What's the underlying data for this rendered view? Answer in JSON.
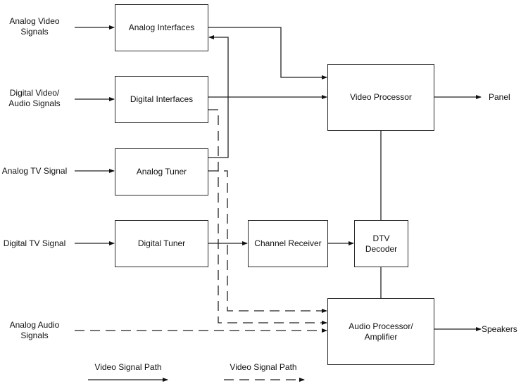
{
  "diagram": {
    "inputs": {
      "analog_video": "Analog Video\nSignals",
      "digital_video": "Digital Video/\nAudio Signals",
      "analog_tv": "Analog TV Signal",
      "digital_tv": "Digital TV Signal",
      "analog_audio": "Analog Audio\nSignals"
    },
    "blocks": {
      "analog_interfaces": "Analog Interfaces",
      "digital_interfaces": "Digital Interfaces",
      "analog_tuner": "Analog Tuner",
      "digital_tuner": "Digital Tuner",
      "channel_receiver": "Channel Receiver",
      "dtv_decoder": "DTV\nDecoder",
      "video_processor": "Video Processor",
      "audio_processor": "Audio Processor/\nAmplifier"
    },
    "outputs": {
      "panel": "Panel",
      "speakers": "Speakers"
    },
    "legend": {
      "solid_label": "Video Signal Path",
      "dashed_label": "Video Signal Path"
    }
  }
}
